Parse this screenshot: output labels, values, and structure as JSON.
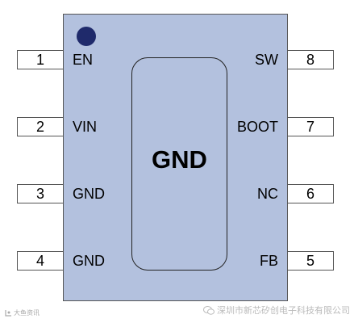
{
  "colors": {
    "package_fill": "#b3c1de",
    "pin1_dot": "#1f2a6b",
    "gnd_pad_fill": "#b3c1de"
  },
  "gnd_pad_label": "GND",
  "pins_left": [
    {
      "number": "1",
      "label": "EN"
    },
    {
      "number": "2",
      "label": "VIN"
    },
    {
      "number": "3",
      "label": "GND"
    },
    {
      "number": "4",
      "label": "GND"
    }
  ],
  "pins_right": [
    {
      "number": "8",
      "label": "SW"
    },
    {
      "number": "7",
      "label": "BOOT"
    },
    {
      "number": "6",
      "label": "NC"
    },
    {
      "number": "5",
      "label": "FB"
    }
  ],
  "watermark": {
    "left_text": "大鱼资讯",
    "right_text": "深圳市新芯矽创电子科技有限公司"
  },
  "icons": {
    "pin1_marker": "pin1-dot",
    "wechat": "wechat-icon",
    "logo": "source-logo-icon"
  }
}
